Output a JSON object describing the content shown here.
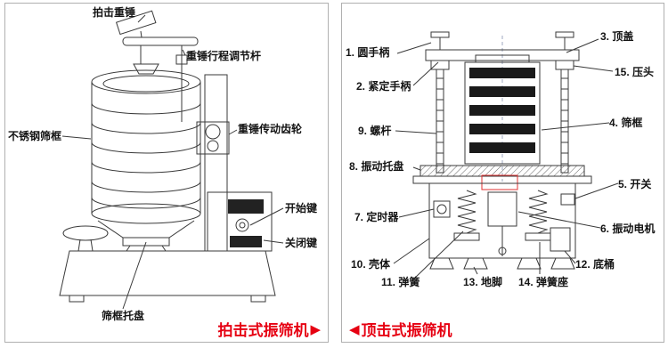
{
  "colors": {
    "caption_red": "#e60012",
    "line": "#3a3a3a"
  },
  "left_panel": {
    "caption": "拍击式振筛机",
    "caption_arrow": "▶",
    "labels": {
      "hammer": "拍击重锤",
      "stroke_rod": "重锤行程调节杆",
      "sieve_frame": "不锈钢筛框",
      "gear": "重锤传动齿轮",
      "start_key": "开始键",
      "close_key": "关闭键",
      "tray": "筛框托盘"
    }
  },
  "right_panel": {
    "caption": "顶击式振筛机",
    "caption_arrow": "◀",
    "labels": {
      "n1": "1. 圆手柄",
      "n2": "2. 紧定手柄",
      "n3": "3. 顶盖",
      "n4": "4. 筛框",
      "n5": "5. 开关",
      "n6": "6. 振动电机",
      "n7": "7. 定时器",
      "n8": "8. 振动托盘",
      "n9": "9. 螺杆",
      "n10": "10. 壳体",
      "n11": "11. 弹簧",
      "n12": "12. 底桶",
      "n13": "13. 地脚",
      "n14": "14. 弹簧座",
      "n15": "15. 压头"
    }
  }
}
